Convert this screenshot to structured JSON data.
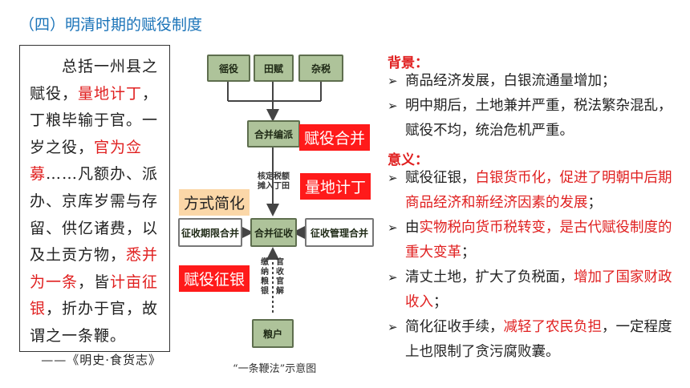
{
  "title": "（四）明清时期的赋役制度",
  "quote": {
    "s1": "总括一州县之赋役，",
    "s2": "量地计丁",
    "s3": "，丁粮毕输于官。一岁之役，",
    "s4": "官为佥募",
    "s5": "……凡额办、派办、京库岁需与存留、供亿诸费，以及土贡方物，",
    "s6": "悉并为一条",
    "s7": "，皆",
    "s8": "计亩征银",
    "s9": "，折办于官，故谓之一条鞭。",
    "source": "——《明史·食货志》"
  },
  "diagram": {
    "top_nodes": [
      "徭役",
      "田赋",
      "杂税"
    ],
    "merge_node": "合并编派",
    "middle_label": "核定税额摊入丁田",
    "left_node": "征收期限合并",
    "center_node": "合并征收",
    "right_node": "征收管理合并",
    "vertical_label_a": "缴纳粮银",
    "vertical_label_b": "官收官解",
    "bottom_node": "粮户",
    "tag_merge": "赋役合并",
    "tag_land": "量地计丁",
    "tag_simplify": "方式简化",
    "tag_silver": "赋役征银",
    "caption": "“一条鞭法”示意图"
  },
  "background": {
    "heading": "背景：",
    "items": [
      "商品经济发展，白银流通量增加；",
      "明中期后，土地兼并严重，税法繁杂混乱，赋役不均，统治危机严重。"
    ]
  },
  "significance": {
    "heading": "意义：",
    "i1a": "赋役征银，",
    "i1b": "白银货币化，促进了明朝中后期商品经济和新经济因素的发展",
    "i1c": "；",
    "i2a": "由",
    "i2b": "实物税向货币税转变，是古代赋役制度的重大变革",
    "i2c": "；",
    "i3a": "清丈土地，扩大了负税面，",
    "i3b": "增加了国家财政收入",
    "i3c": "；",
    "i4a": "简化征收手续，",
    "i4b": "减轻了农民负担",
    "i4c": "，一定程度上也限制了贪污腐败囊。"
  },
  "bullet": "➢"
}
